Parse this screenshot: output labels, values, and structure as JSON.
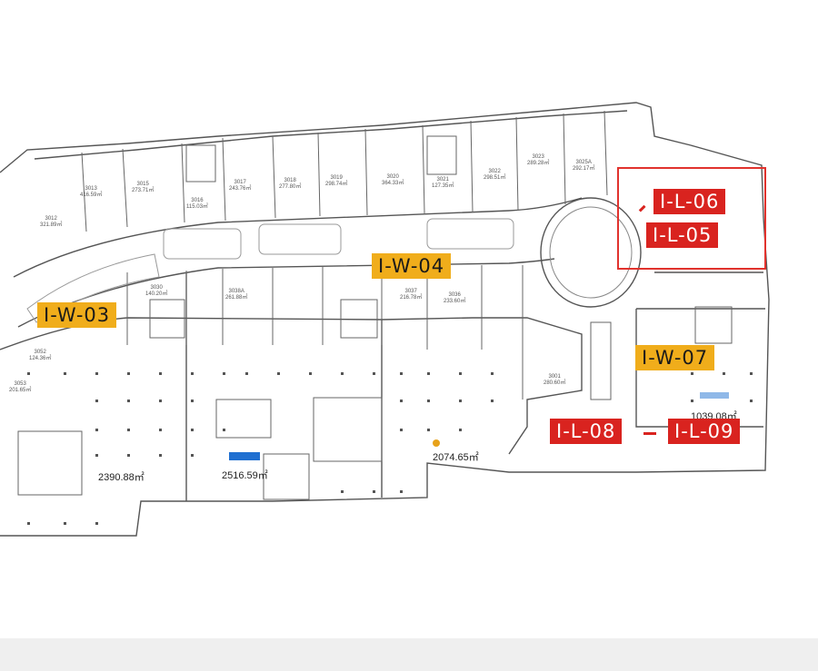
{
  "colors": {
    "zone_w": "#f0ad1b",
    "zone_l": "#d9231f",
    "highlight": "#e1322d",
    "wall": "#555555"
  },
  "zones_w": [
    "I-W-03",
    "I-W-04",
    "I-W-07"
  ],
  "zones_l": [
    "I-L-06",
    "I-L-05",
    "I-L-08",
    "I-L-09"
  ],
  "areas": [
    "2390.88㎡",
    "2516.59㎡",
    "2074.65㎡",
    "1039.08㎡"
  ],
  "units": [
    {
      "no": "3013",
      "area": "416.59㎡"
    },
    {
      "no": "3015",
      "area": "273.71㎡"
    },
    {
      "no": "3016",
      "area": "115.03㎡"
    },
    {
      "no": "3017",
      "area": "243.76㎡"
    },
    {
      "no": "3018",
      "area": "277.80㎡"
    },
    {
      "no": "3019",
      "area": "298.74㎡"
    },
    {
      "no": "3020",
      "area": "364.33㎡"
    },
    {
      "no": "3021",
      "area": "127.35㎡"
    },
    {
      "no": "3022",
      "area": "298.51㎡"
    },
    {
      "no": "3023",
      "area": "289.28㎡"
    },
    {
      "no": "3025A",
      "area": "292.17㎡"
    },
    {
      "no": "3012",
      "area": "321.89㎡"
    },
    {
      "no": "3030",
      "area": "140.20㎡"
    },
    {
      "no": "3038A",
      "area": "261.88㎡"
    },
    {
      "no": "3037",
      "area": "216.78㎡"
    },
    {
      "no": "3036",
      "area": "233.60㎡"
    },
    {
      "no": "3052",
      "area": "124.36㎡"
    },
    {
      "no": "3053",
      "area": "201.65㎡"
    },
    {
      "no": "3001",
      "area": "280.60㎡"
    }
  ]
}
